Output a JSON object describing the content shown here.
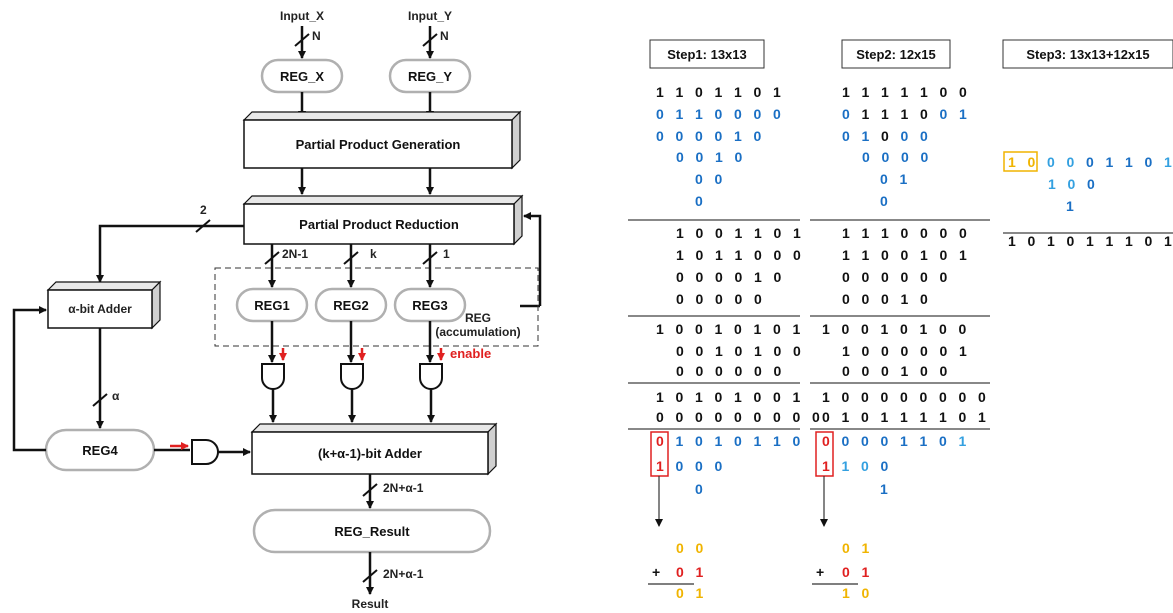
{
  "colors": {
    "black": "#111111",
    "blue": "#1a6fc4",
    "red": "#e02020",
    "orange": "#f0b400",
    "lightblue": "#33a0e0",
    "pill_border": "#b0b0b0",
    "box_shadow": "#d8d8d8"
  },
  "block_diagram": {
    "inputs": {
      "x": "Input_X",
      "y": "Input_Y"
    },
    "bus_n": "N",
    "reg_x": "REG_X",
    "reg_y": "REG_Y",
    "ppg": "Partial Product Generation",
    "ppr": "Partial Product Reduction",
    "widths": {
      "two": "2",
      "two_n_minus_1": "2N-1",
      "k": "k",
      "one": "1",
      "alpha": "α",
      "result_width": "2N+α-1"
    },
    "reg1": "REG1",
    "reg2": "REG2",
    "reg3": "REG3",
    "reg_acc_line1": "REG",
    "reg_acc_line2": "(accumulation)",
    "enable": "enable",
    "alpha_adder": "α-bit Adder",
    "reg4": "REG4",
    "main_adder": "(k+α-1)-bit Adder",
    "reg_result": "REG_Result",
    "result": "Result"
  },
  "steps": {
    "titles": [
      "Step1: 13x13",
      "Step2: 12x15",
      "Step3: 13x13+12x15"
    ]
  }
}
